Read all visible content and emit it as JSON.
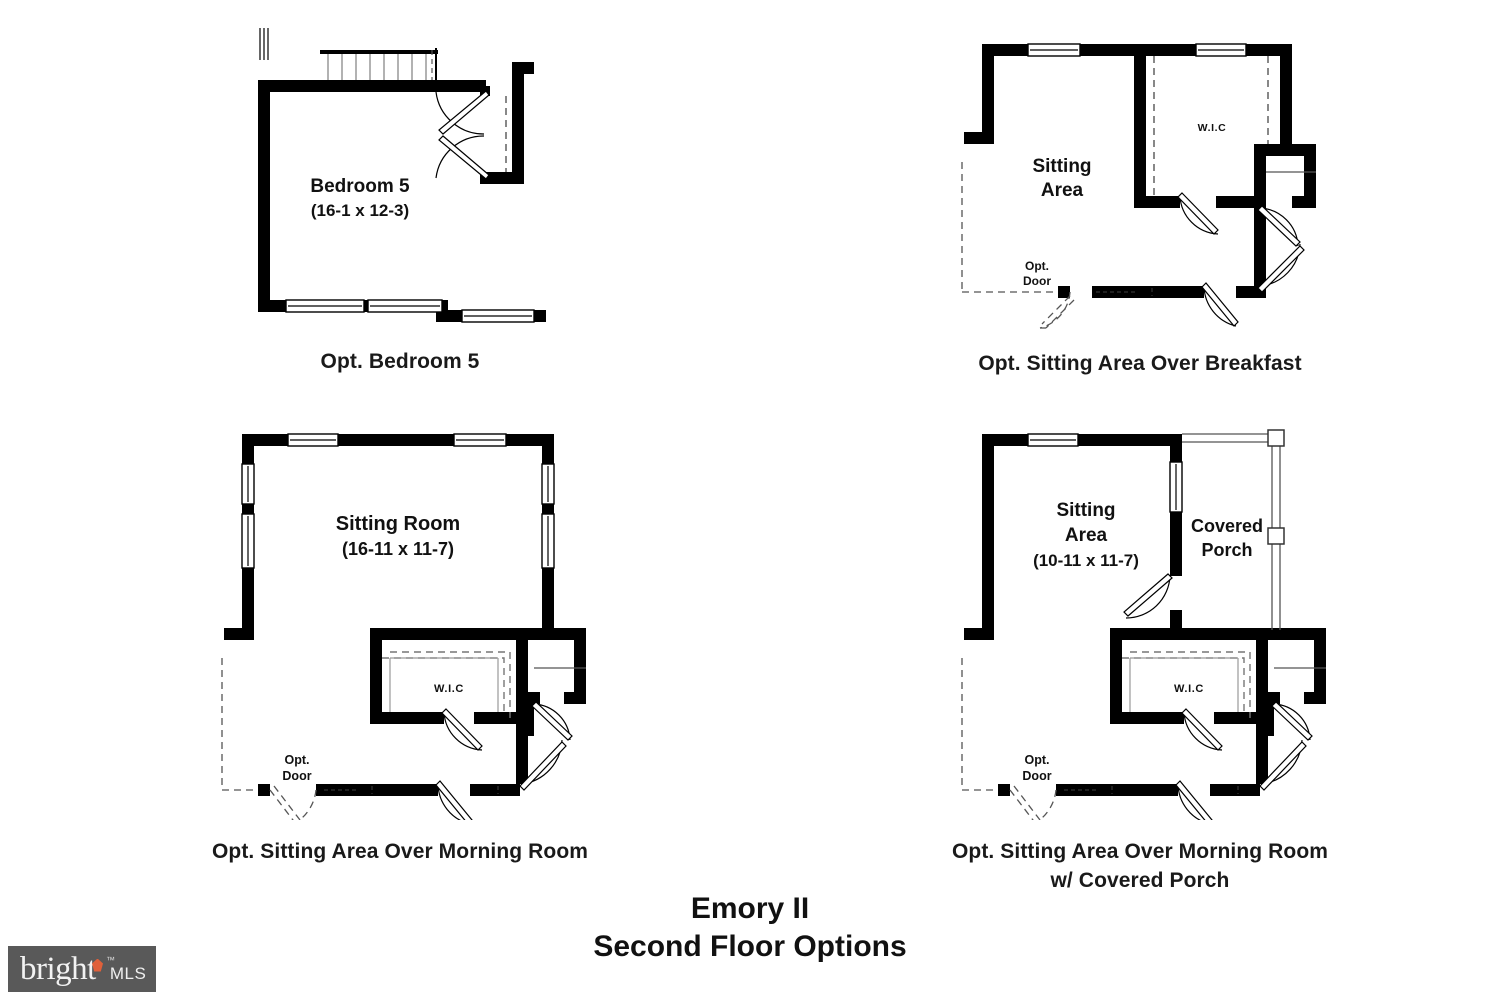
{
  "document": {
    "title_line1": "Emory II",
    "title_line2": "Second Floor Options"
  },
  "watermark": {
    "brand": "bright",
    "suffix": "MLS",
    "trademark": "™",
    "bg_color": "#595959",
    "accent_color": "#e0603a",
    "text_color": "#f2f2f2"
  },
  "colors": {
    "wall": "#000000",
    "thin_line": "#1a1a1a",
    "dashed": "#555555",
    "text": "#111111",
    "background": "#ffffff"
  },
  "plans": [
    {
      "id": "opt-bedroom-5",
      "caption": "Opt. Bedroom 5",
      "rooms": [
        {
          "name": "Bedroom 5",
          "dimensions": "(16-1 x 12-3)"
        }
      ],
      "labels": [],
      "features": [
        "stairs",
        "double-door",
        "windows",
        "closet"
      ]
    },
    {
      "id": "opt-sitting-area-over-breakfast",
      "caption": "Opt. Sitting Area Over Breakfast",
      "rooms": [
        {
          "name": "Sitting\nArea",
          "dimensions": ""
        },
        {
          "name": "W.I.C",
          "dimensions": ""
        }
      ],
      "labels": [
        {
          "text": "Sitting",
          "sub": "Area"
        },
        {
          "text": "W.I.C"
        },
        {
          "text": "Opt.",
          "sub": "Door"
        }
      ],
      "features": [
        "windows",
        "walk-in-closet",
        "opt-door",
        "swing-doors"
      ]
    },
    {
      "id": "opt-sitting-area-over-morning-room",
      "caption": "Opt. Sitting Area Over Morning Room",
      "rooms": [
        {
          "name": "Sitting Room",
          "dimensions": "(16-11 x 11-7)"
        },
        {
          "name": "W.I.C",
          "dimensions": ""
        }
      ],
      "labels": [
        {
          "text": "Opt.",
          "sub": "Door"
        }
      ],
      "features": [
        "windows",
        "walk-in-closet",
        "opt-door",
        "swing-doors"
      ]
    },
    {
      "id": "opt-sitting-area-over-morning-room-w-covered-porch",
      "caption_line1": "Opt. Sitting Area Over Morning Room",
      "caption_line2": "w/ Covered Porch",
      "rooms": [
        {
          "name": "Sitting",
          "name2": "Area",
          "dimensions": "(10-11 x 11-7)"
        },
        {
          "name": "Covered",
          "name2": "Porch",
          "dimensions": ""
        },
        {
          "name": "W.I.C",
          "dimensions": ""
        }
      ],
      "labels": [
        {
          "text": "Opt.",
          "sub": "Door"
        }
      ],
      "features": [
        "windows",
        "walk-in-closet",
        "opt-door",
        "covered-porch",
        "porch-columns"
      ]
    }
  ],
  "text": {
    "bedroom5_name": "Bedroom 5",
    "bedroom5_dims": "(16-1 x 12-3)",
    "sitting_area": "Sitting",
    "sitting_area2": "Area",
    "wic": "W.I.C",
    "opt": "Opt.",
    "door": "Door",
    "sitting_room": "Sitting Room",
    "sitting_room_dims": "(16-11 x 11-7)",
    "sitting_area_dims": "(10-11 x 11-7)",
    "covered": "Covered",
    "porch": "Porch",
    "caption1": "Opt. Bedroom 5",
    "caption2": "Opt. Sitting Area Over Breakfast",
    "caption3": "Opt. Sitting Area Over Morning Room",
    "caption4a": "Opt. Sitting Area Over Morning Room",
    "caption4b": "w/ Covered Porch"
  }
}
